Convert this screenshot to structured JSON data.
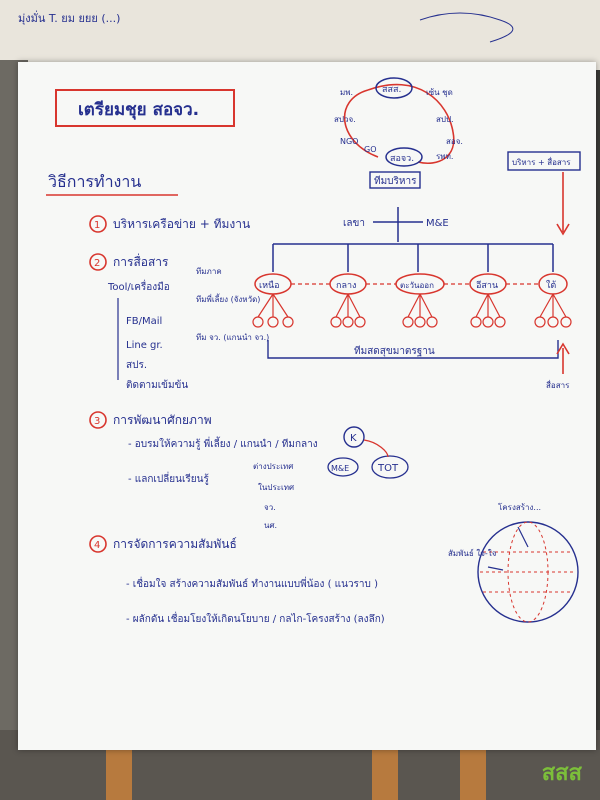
{
  "title": "เตรียมชุย สอจว.",
  "section_heading": "วิธีการทำงาน",
  "cycle": {
    "top": "สสส.",
    "left_top": "มพ.",
    "right_top": "เซ้น ชุด",
    "left_mid": "สปวจ.",
    "right_mid": "สปป.",
    "left_bottom": "NGO",
    "mid_bottom": "GO",
    "right_bottom": "สอจ.",
    "bottom_right2": "รพท.",
    "bottom": "สอจว.",
    "team": "ทีมบริหาร"
  },
  "items": [
    {
      "num": "1",
      "text": "บริหารเครือข่าย + ทีมงาน"
    },
    {
      "num": "2",
      "text": "การสื่อสาร"
    },
    {
      "num": "3",
      "text": "การพัฒนาศักยภาพ"
    },
    {
      "num": "4",
      "text": "การจัดการความสัมพันธ์"
    }
  ],
  "comm": {
    "tool": "Tool/เครื่องมือ",
    "list": [
      "FB/Mail",
      "Line gr.",
      "สปร.",
      "ติดตามเข้มข้น"
    ]
  },
  "dev": {
    "line1": "- อบรมให้ความรู้ พี่เลี้ยง / แกนนำ / ทีมกลาง",
    "k": "K",
    "line2": "- แลกเปลี่ยนเรียนรู้",
    "sub": [
      "ต่างประเทศ",
      "ในประเทศ",
      "จว.",
      "นศ."
    ],
    "mre": "M&E",
    "tot": "TOT"
  },
  "rel": {
    "line1": "- เชื่อมใจ สร้างความสัมพันธ์ ทำงานแบบพี่น้อง ( แนวราบ )",
    "line2": "- ผลักดัน เชื่อมโยงให้เกิดนโยบาย / กลไก-โครงสร้าง (ลงลึก)"
  },
  "org": {
    "center_left": "เลขา",
    "center_right": "M&E",
    "regions": [
      "เหนือ",
      "กลาง",
      "ตะวันออก",
      "อีสาน",
      "ใต้"
    ],
    "side_labels": [
      "ทีมภาค",
      "ทีมพี่เลี้ยง (จังหวัด)",
      "ทีม จว. (แกนนำ จว.)"
    ],
    "bottom_team": "ทีมสดสุขมาตรฐาน",
    "right_box": "บริหาร + สื่อสาร",
    "right_bottom": "สื่อสาร"
  },
  "globe_labels": [
    "โครงสร้าง...",
    "สัมพันธ์ ใจ-ใจ"
  ],
  "top_scribble": "มุ่งมั่น T. ยม ยยย (...)",
  "logo": "สสส",
  "colors": {
    "blue": "#26308f",
    "red": "#d8362e",
    "paper": "#f7f8f6"
  }
}
